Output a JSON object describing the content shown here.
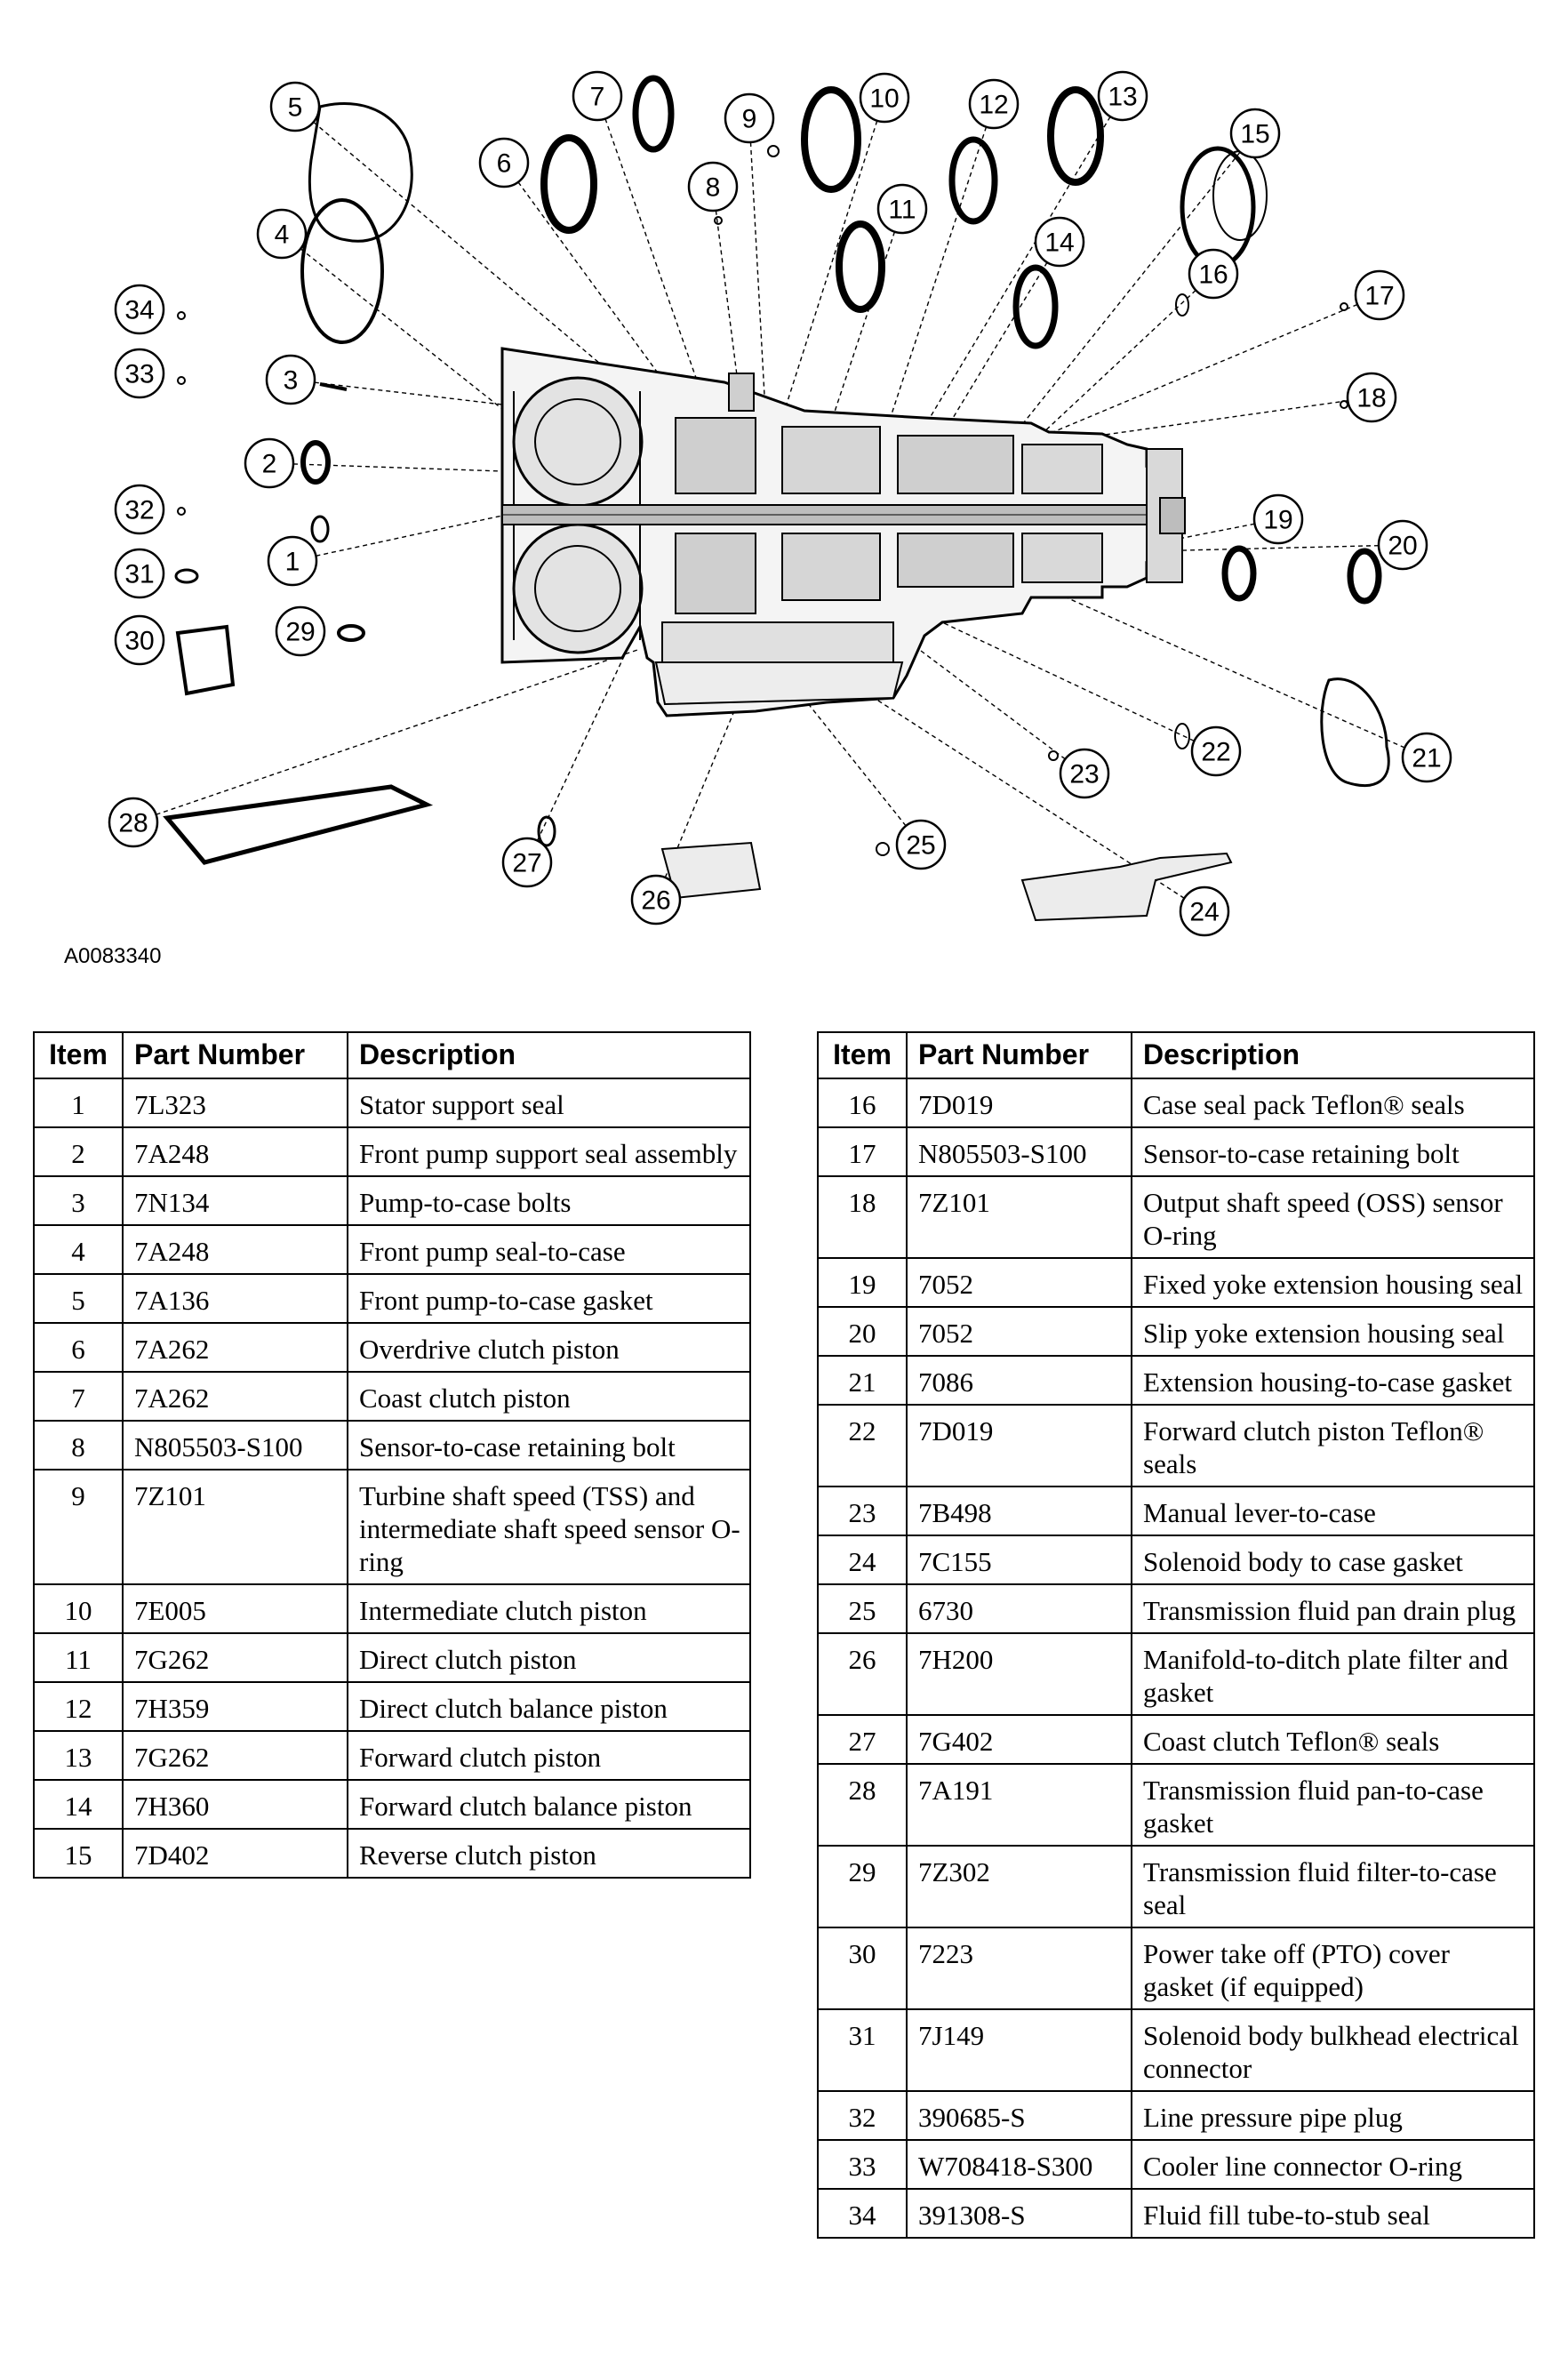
{
  "figure": {
    "id": "A0083340",
    "callouts": [
      "1",
      "2",
      "3",
      "4",
      "5",
      "6",
      "7",
      "8",
      "9",
      "10",
      "11",
      "12",
      "13",
      "14",
      "15",
      "16",
      "17",
      "18",
      "19",
      "20",
      "21",
      "22",
      "23",
      "24",
      "25",
      "26",
      "27",
      "28",
      "29",
      "30",
      "31",
      "32",
      "33",
      "34"
    ]
  },
  "table_headers": {
    "item": "Item",
    "part_number": "Part Number",
    "description": "Description"
  },
  "left_rows": [
    {
      "item": "1",
      "part_number": "7L323",
      "description": "Stator support seal"
    },
    {
      "item": "2",
      "part_number": "7A248",
      "description": "Front pump support seal assembly"
    },
    {
      "item": "3",
      "part_number": "7N134",
      "description": "Pump-to-case bolts"
    },
    {
      "item": "4",
      "part_number": "7A248",
      "description": "Front pump seal-to-case"
    },
    {
      "item": "5",
      "part_number": "7A136",
      "description": "Front pump-to-case gasket"
    },
    {
      "item": "6",
      "part_number": "7A262",
      "description": "Overdrive clutch piston"
    },
    {
      "item": "7",
      "part_number": "7A262",
      "description": "Coast clutch piston"
    },
    {
      "item": "8",
      "part_number": "N805503-S100",
      "description": "Sensor-to-case retaining bolt"
    },
    {
      "item": "9",
      "part_number": "7Z101",
      "description": "Turbine shaft speed (TSS) and intermediate shaft speed sensor O-ring"
    },
    {
      "item": "10",
      "part_number": "7E005",
      "description": "Intermediate clutch piston"
    },
    {
      "item": "11",
      "part_number": "7G262",
      "description": "Direct clutch piston"
    },
    {
      "item": "12",
      "part_number": "7H359",
      "description": "Direct clutch balance piston"
    },
    {
      "item": "13",
      "part_number": "7G262",
      "description": "Forward clutch piston"
    },
    {
      "item": "14",
      "part_number": "7H360",
      "description": "Forward clutch balance piston"
    },
    {
      "item": "15",
      "part_number": "7D402",
      "description": "Reverse clutch piston"
    }
  ],
  "right_rows": [
    {
      "item": "16",
      "part_number": "7D019",
      "description": "Case seal pack Teflon® seals"
    },
    {
      "item": "17",
      "part_number": "N805503-S100",
      "description": "Sensor-to-case retaining bolt"
    },
    {
      "item": "18",
      "part_number": "7Z101",
      "description": "Output shaft speed (OSS) sensor O-ring"
    },
    {
      "item": "19",
      "part_number": "7052",
      "description": "Fixed yoke extension housing seal"
    },
    {
      "item": "20",
      "part_number": "7052",
      "description": "Slip yoke extension housing seal"
    },
    {
      "item": "21",
      "part_number": "7086",
      "description": "Extension housing-to-case gasket"
    },
    {
      "item": "22",
      "part_number": "7D019",
      "description": "Forward clutch piston Teflon® seals"
    },
    {
      "item": "23",
      "part_number": "7B498",
      "description": "Manual lever-to-case"
    },
    {
      "item": "24",
      "part_number": "7C155",
      "description": "Solenoid body to case gasket"
    },
    {
      "item": "25",
      "part_number": "6730",
      "description": "Transmission fluid pan drain plug"
    },
    {
      "item": "26",
      "part_number": "7H200",
      "description": "Manifold-to-ditch plate filter and gasket"
    },
    {
      "item": "27",
      "part_number": "7G402",
      "description": "Coast clutch Teflon® seals"
    },
    {
      "item": "28",
      "part_number": "7A191",
      "description": "Transmission fluid pan-to-case gasket"
    },
    {
      "item": "29",
      "part_number": "7Z302",
      "description": "Transmission fluid filter-to-case seal"
    },
    {
      "item": "30",
      "part_number": "7223",
      "description": "Power take off (PTO) cover gasket (if equipped)"
    },
    {
      "item": "31",
      "part_number": "7J149",
      "description": "Solenoid body bulkhead electrical connector"
    },
    {
      "item": "32",
      "part_number": "390685-S",
      "description": "Line pressure pipe plug"
    },
    {
      "item": "33",
      "part_number": "W708418-S300",
      "description": "Cooler line connector O-ring"
    },
    {
      "item": "34",
      "part_number": "391308-S",
      "description": "Fluid fill tube-to-stub seal"
    }
  ]
}
